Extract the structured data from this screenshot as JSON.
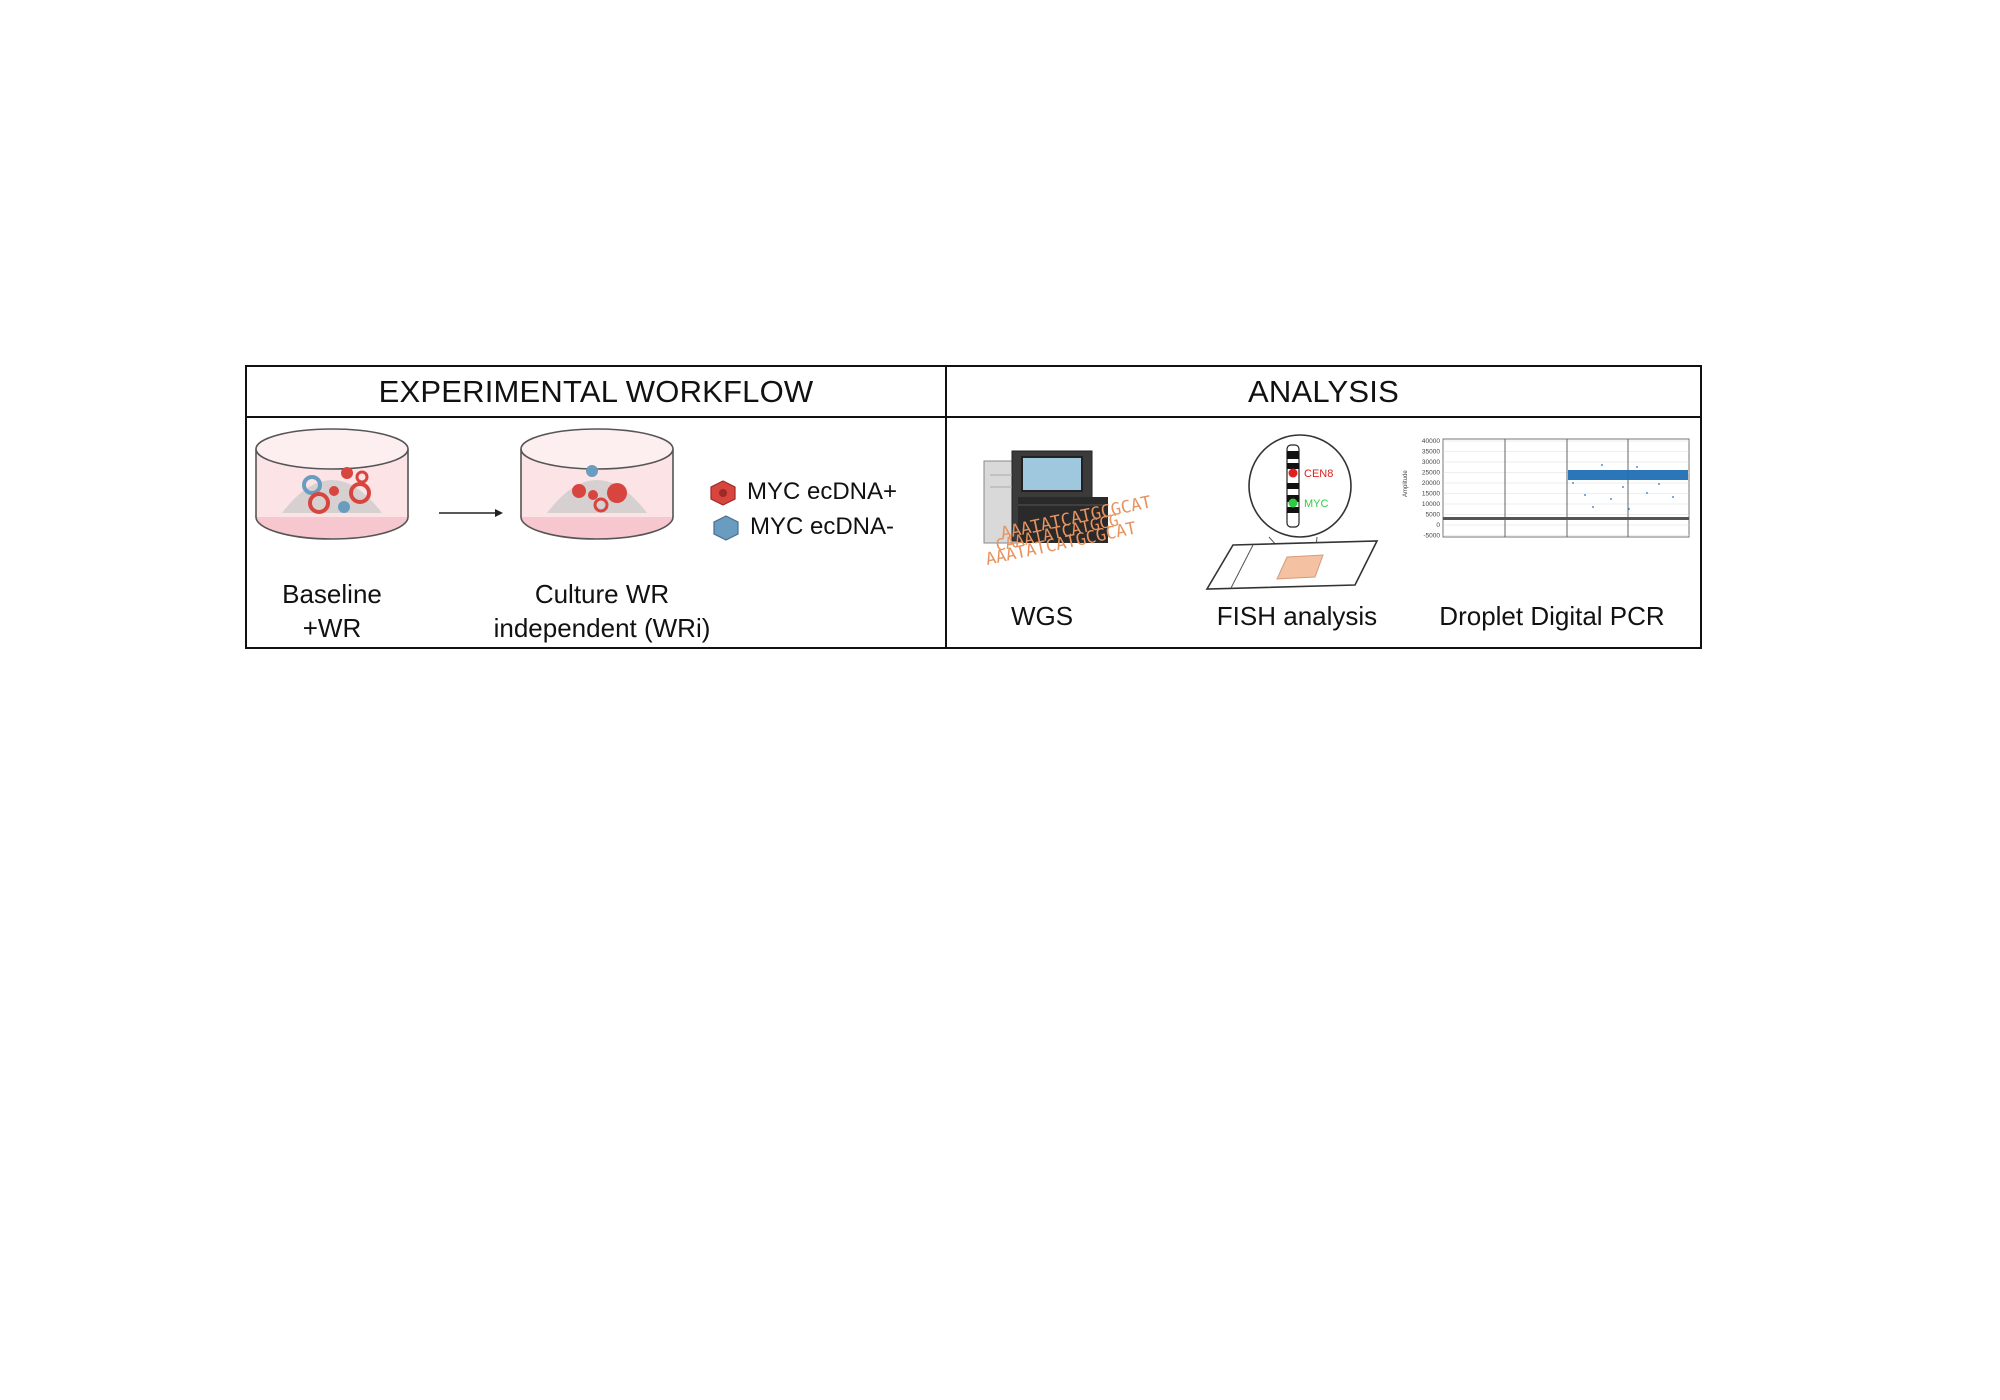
{
  "workflow": {
    "header": "EXPERIMENTAL WORKFLOW",
    "step1_line1": "Baseline",
    "step1_line2": "+WR",
    "step2_line1": "Culture WR",
    "step2_line2": "independent (WRi)",
    "legend_pos": "MYC ecDNA+",
    "legend_neg": "MYC ecDNA-"
  },
  "analysis": {
    "header": "ANALYSIS",
    "wgs_label": "WGS",
    "fish_label": "FISH analysis",
    "ddpcr_label": "Droplet Digital PCR",
    "fish_cen": "CEN8",
    "fish_myc": "MYC",
    "seq_lines": [
      "AAATATCATGCGCAT",
      "CAAATATCATGCG",
      "AAATATCATGCGCAT"
    ],
    "ddpcr_axis_label": "Amplitude",
    "ddpcr_ticks": [
      "40000",
      "35000",
      "30000",
      "25000",
      "20000",
      "15000",
      "10000",
      "5000",
      "0",
      "-5000"
    ]
  },
  "colors": {
    "ecdna_pos": "#d8453e",
    "ecdna_neg": "#6a9cc0",
    "dish_fill": "#fbe3e6",
    "seq_orange": "#e8935f",
    "ddpcr_blue": "#1f6fb5",
    "fish_red": "#e02020",
    "fish_green": "#2ecc40"
  },
  "icons": [
    "petri-dish-icon",
    "arrow-right-icon",
    "sequencer-icon",
    "chromosome-icon",
    "microscope-slide-icon",
    "ddpcr-plot-icon"
  ]
}
